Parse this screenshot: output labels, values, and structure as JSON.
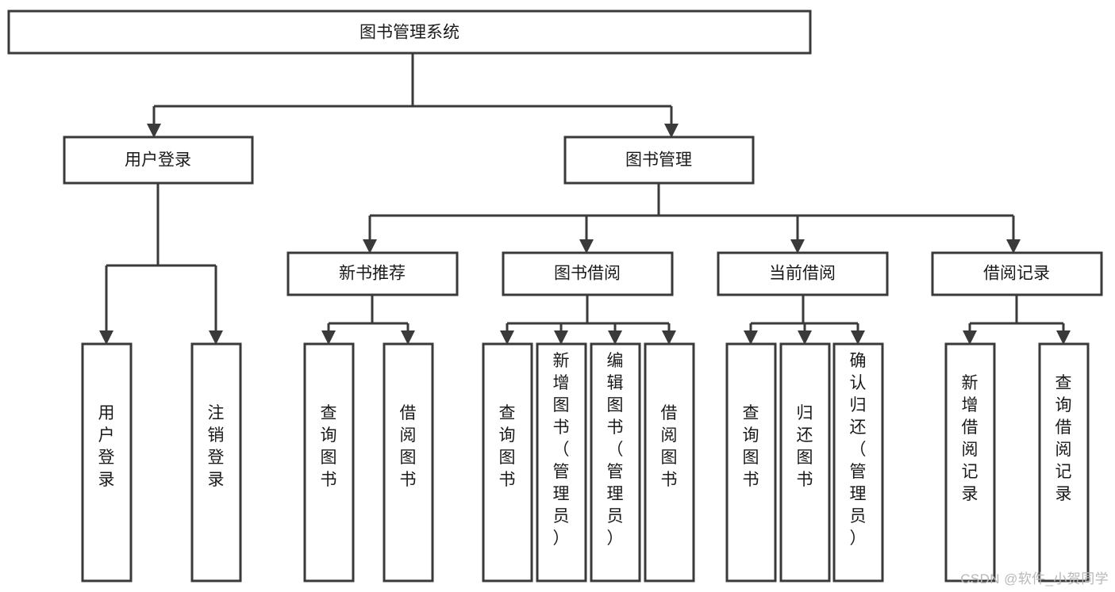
{
  "diagram": {
    "type": "tree",
    "title": "图书管理系统",
    "root": {
      "id": "root",
      "label": "图书管理系统"
    },
    "level1": [
      {
        "id": "user-login",
        "label": "用户登录"
      },
      {
        "id": "book-manage",
        "label": "图书管理"
      }
    ],
    "level2": [
      {
        "id": "new-book-rec",
        "label": "新书推荐",
        "parent": "book-manage"
      },
      {
        "id": "book-borrow",
        "label": "图书借阅",
        "parent": "book-manage"
      },
      {
        "id": "current-borrow",
        "label": "当前借阅",
        "parent": "book-manage"
      },
      {
        "id": "borrow-record",
        "label": "借阅记录",
        "parent": "book-manage"
      }
    ],
    "leaves": [
      {
        "id": "leaf-user-login",
        "label": "用户登录",
        "parent": "user-login"
      },
      {
        "id": "leaf-user-logout",
        "label": "注销登录",
        "parent": "user-login"
      },
      {
        "id": "leaf-query-book-1",
        "label": "查询图书",
        "parent": "new-book-rec"
      },
      {
        "id": "leaf-borrow-book-1",
        "label": "借阅图书",
        "parent": "new-book-rec"
      },
      {
        "id": "leaf-query-book-2",
        "label": "查询图书",
        "parent": "book-borrow"
      },
      {
        "id": "leaf-add-book",
        "label": "新增图书（管理员）",
        "parent": "book-borrow"
      },
      {
        "id": "leaf-edit-book",
        "label": "编辑图书（管理员）",
        "parent": "book-borrow"
      },
      {
        "id": "leaf-borrow-book-2",
        "label": "借阅图书",
        "parent": "book-borrow"
      },
      {
        "id": "leaf-query-book-3",
        "label": "查询图书",
        "parent": "current-borrow"
      },
      {
        "id": "leaf-return-book",
        "label": "归还图书",
        "parent": "current-borrow"
      },
      {
        "id": "leaf-confirm-return",
        "label": "确认归还（管理员）",
        "parent": "current-borrow"
      },
      {
        "id": "leaf-add-record",
        "label": "新增借阅记录",
        "parent": "borrow-record"
      },
      {
        "id": "leaf-query-record",
        "label": "查询借阅记录",
        "parent": "borrow-record"
      }
    ]
  },
  "watermark": {
    "text": "CSDN @软件_小贺同学"
  },
  "colors": {
    "box_stroke": "#3a3a3a",
    "box_fill": "#ffffff",
    "text": "#1a1a1a",
    "background": "#ffffff",
    "watermark": "#b8b8b8"
  }
}
